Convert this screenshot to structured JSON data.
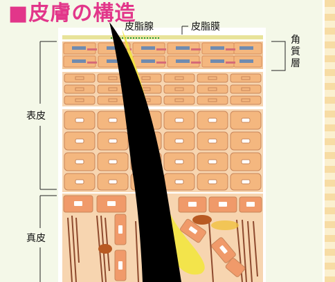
{
  "title": "■皮膚の構造",
  "labels": {
    "sebaceous_gland": "皮脂腺",
    "sebum_film": "皮脂膜",
    "stratum_corneum": [
      "角",
      "質",
      "層"
    ],
    "epidermis": "表皮",
    "dermis": "真皮"
  },
  "colors": {
    "title": "#e2368a",
    "page_background": "#f4f8e8",
    "cell_fill": "#f4b77f",
    "cell_outline": "#c9865a",
    "nucleus": "#ffffff",
    "corneum_cell": "#6f8bb0",
    "corneum_accent": "#d66a77",
    "hair": "#000000",
    "sebum": "#f2e63a",
    "dermis_fibers": "#8e4a2e",
    "border_stripe": "#f7dca4"
  },
  "icons": {
    "hair": "hair-shaft-icon"
  }
}
